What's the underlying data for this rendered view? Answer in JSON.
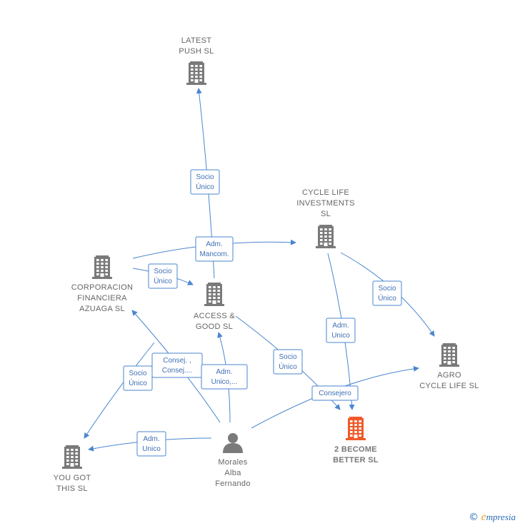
{
  "colors": {
    "edge": "#4a86cf",
    "node": "#7a7a7a",
    "focus_node": "#f05a2a",
    "label": "#666666"
  },
  "nodes": [
    {
      "id": "latest-push",
      "lines": [
        "LATEST",
        "PUSH  SL"
      ],
      "icon": "building-icon",
      "focus": false
    },
    {
      "id": "cycle-life",
      "lines": [
        "CYCLE LIFE",
        "INVESTMENTS",
        "SL"
      ],
      "icon": "building-icon",
      "focus": false
    },
    {
      "id": "corporacion",
      "lines": [
        "CORPORACION",
        "FINANCIERA",
        "AZUAGA  SL"
      ],
      "icon": "building-icon",
      "focus": false
    },
    {
      "id": "access-good",
      "lines": [
        "ACCESS &",
        "GOOD  SL"
      ],
      "icon": "building-icon",
      "focus": false
    },
    {
      "id": "agro",
      "lines": [
        "AGRO",
        "CYCLE LIFE  SL"
      ],
      "icon": "building-icon",
      "focus": false
    },
    {
      "id": "two-become",
      "lines": [
        "2 BECOME",
        "BETTER  SL"
      ],
      "icon": "building-icon",
      "focus": true
    },
    {
      "id": "you-got-this",
      "lines": [
        "YOU GOT",
        "THIS  SL"
      ],
      "icon": "building-icon",
      "focus": false
    },
    {
      "id": "morales",
      "lines": [
        "Morales",
        "Alba",
        "Fernando"
      ],
      "icon": "person-icon",
      "focus": false
    }
  ],
  "edges": [
    {
      "id": "e1",
      "from": "access-good",
      "to": "latest-push",
      "label": [
        "Socio",
        "Único"
      ]
    },
    {
      "id": "e2",
      "from": "corporacion",
      "to": "cycle-life",
      "label": [
        "Adm.",
        "Mancom."
      ]
    },
    {
      "id": "e3",
      "from": "corporacion",
      "to": "access-good",
      "label": [
        "Socio",
        "Único"
      ]
    },
    {
      "id": "e4",
      "from": "cycle-life",
      "to": "agro",
      "label": [
        "Socio",
        "Único"
      ]
    },
    {
      "id": "e5",
      "from": "cycle-life",
      "to": "two-become",
      "label": [
        "Adm.",
        "Unico"
      ]
    },
    {
      "id": "e6",
      "from": "access-good",
      "to": "two-become",
      "label": [
        "Socio",
        "Único"
      ]
    },
    {
      "id": "e7",
      "from": "morales",
      "to": "corporacion",
      "label": [
        "Consej. ,",
        "Consej...."
      ]
    },
    {
      "id": "e8",
      "from": "morales",
      "to": "access-good",
      "label": [
        "Adm.",
        "Unico,..."
      ]
    },
    {
      "id": "e9",
      "from": "corporacion",
      "to": "you-got-this",
      "label": [
        "Socio",
        "Único"
      ]
    },
    {
      "id": "e10",
      "from": "morales",
      "to": "you-got-this",
      "label": [
        "Adm.",
        "Unico"
      ]
    },
    {
      "id": "e11",
      "from": "morales",
      "to": "agro",
      "label": [
        "Consejero"
      ]
    }
  ],
  "footer": {
    "copyright": "©",
    "brand_first": "e",
    "brand_rest": "mpresia"
  }
}
